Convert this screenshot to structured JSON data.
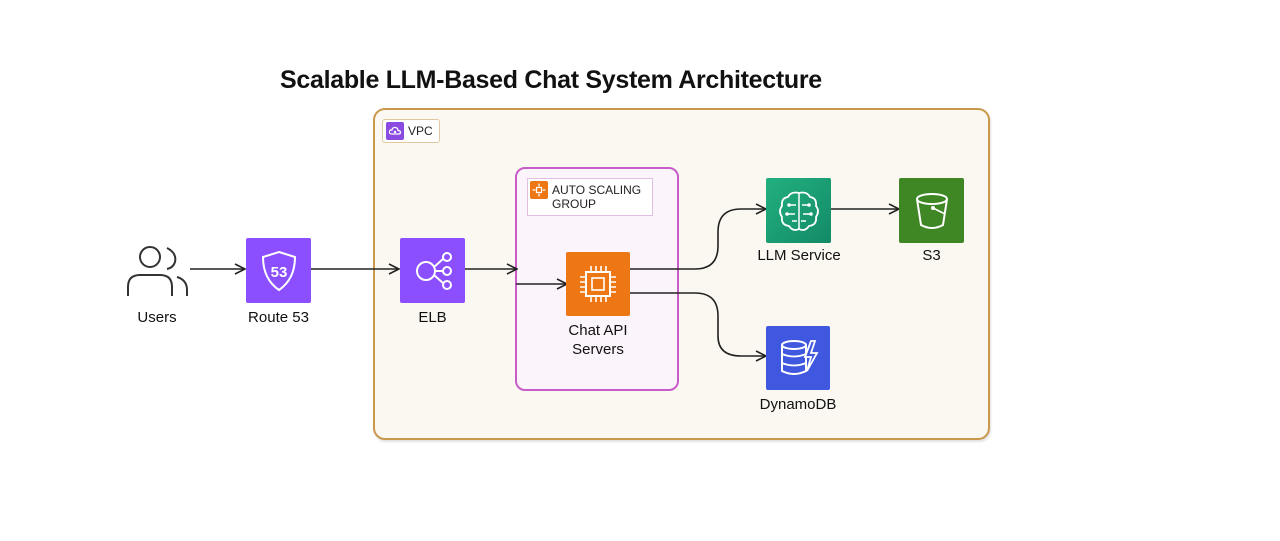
{
  "title": "Scalable LLM-Based Chat System Architecture",
  "vpc": {
    "label": "VPC",
    "icon": "vpc-cloud-icon",
    "color": "#8b4ae0"
  },
  "asg": {
    "label_line1": "AUTO SCALING",
    "label_line2": "GROUP",
    "icon": "auto-scaling-icon",
    "color": "#ed7615"
  },
  "nodes": {
    "users": {
      "label": "Users",
      "icon": "users-icon"
    },
    "route53": {
      "label": "Route 53",
      "icon": "route53-icon",
      "color": "#8c4fff"
    },
    "elb": {
      "label": "ELB",
      "icon": "elb-icon",
      "color": "#8c4fff"
    },
    "chat_api": {
      "label_line1": "Chat API",
      "label_line2": "Servers",
      "icon": "ec2-chip-icon",
      "color": "#ed7615"
    },
    "llm": {
      "label": "LLM Service",
      "icon": "brain-icon",
      "color": "#1aa37a"
    },
    "s3": {
      "label": "S3",
      "icon": "bucket-icon",
      "color": "#3f8624"
    },
    "dynamodb": {
      "label": "DynamoDB",
      "icon": "dynamodb-icon",
      "color": "#4058e0"
    }
  }
}
